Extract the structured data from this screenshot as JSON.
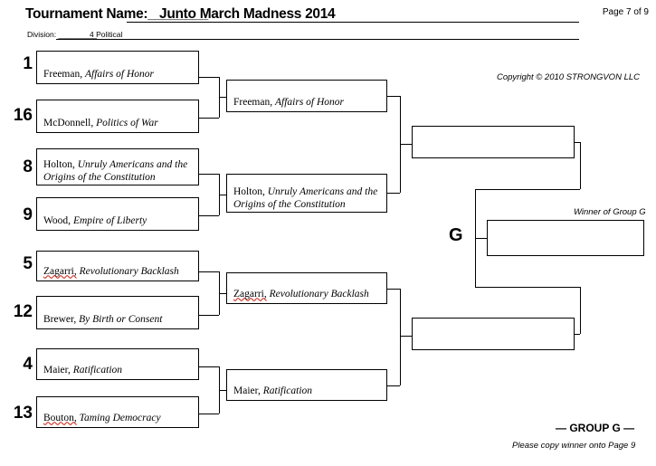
{
  "header": {
    "tournament_label": "Tournament Name:________",
    "tournament_value": "Junto March Madness 2014",
    "page_number": "Page 7 of 9",
    "division_label": "Division: _________",
    "division_value": "4 Political"
  },
  "copyright": "Copyright © 2010 STRONGVON LLC",
  "group": {
    "letter": "G",
    "winner_label": "Winner of Group G",
    "footer": "— GROUP G —",
    "copy_note": "Please copy winner onto Page 9"
  },
  "round1": [
    {
      "seed": "1",
      "author": "Freeman,",
      "title": "Affairs of Honor",
      "misspelled": false
    },
    {
      "seed": "16",
      "author": "McDonnell,",
      "title": "Politics of War",
      "misspelled": false
    },
    {
      "seed": "8",
      "author": "Holton,",
      "title": "Unruly Americans and the Origins of the Constitution",
      "misspelled": false
    },
    {
      "seed": "9",
      "author": "Wood,",
      "title": "Empire of Liberty",
      "misspelled": false
    },
    {
      "seed": "5",
      "author": "Zagarri,",
      "title": "Revolutionary Backlash",
      "misspelled": true
    },
    {
      "seed": "12",
      "author": "Brewer,",
      "title": "By Birth or Consent",
      "misspelled": false
    },
    {
      "seed": "4",
      "author": "Maier,",
      "title": "Ratification",
      "misspelled": false
    },
    {
      "seed": "13",
      "author": "Bouton,",
      "title": "Taming Democracy",
      "misspelled": true
    }
  ],
  "round2": [
    {
      "author": "Freeman,",
      "title": "Affairs of Honor",
      "misspelled": false
    },
    {
      "author": "Holton,",
      "title": "Unruly Americans and the Origins of the Constitution",
      "misspelled": false
    },
    {
      "author": "Zagarri,",
      "title": "Revolutionary Backlash",
      "misspelled": true
    },
    {
      "author": "Maier,",
      "title": "Ratification",
      "misspelled": false
    }
  ],
  "round3": [
    {
      "author": "",
      "title": ""
    },
    {
      "author": "",
      "title": ""
    }
  ],
  "final": {
    "author": "",
    "title": ""
  }
}
